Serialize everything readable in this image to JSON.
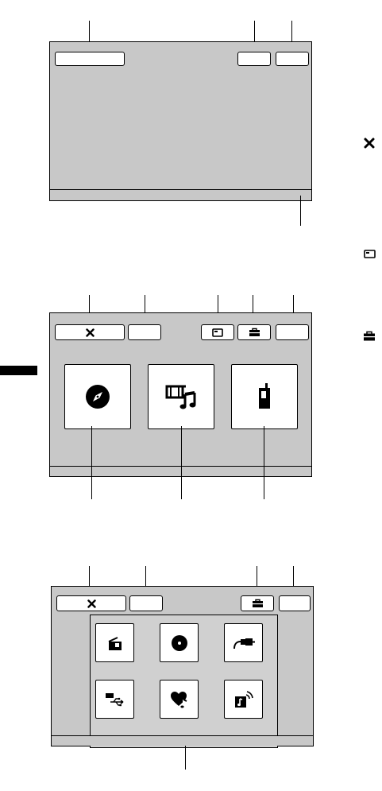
{
  "screens": [
    {
      "buttons": [
        "blank-wide",
        "blank",
        "blank"
      ]
    },
    {
      "buttons": [
        "close",
        "blank",
        "card",
        "toolbox",
        "blank"
      ],
      "tiles": [
        "navigation-compass",
        "video-music",
        "phone"
      ]
    },
    {
      "buttons": [
        "close",
        "blank",
        "toolbox",
        "blank"
      ],
      "tiles": [
        "radio",
        "disc",
        "aux-cable",
        "usb",
        "favorite-music",
        "wireless-music"
      ]
    }
  ],
  "legend_icons": [
    "close-icon",
    "card-icon",
    "toolbox-icon"
  ]
}
